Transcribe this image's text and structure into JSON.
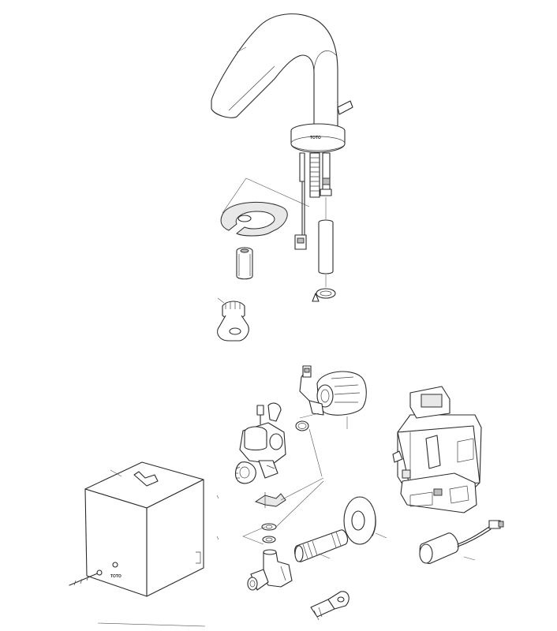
{
  "diagram": {
    "type": "exploded-parts-view",
    "brand_marks": [
      "TOTO",
      "TOTO"
    ],
    "parts": [
      "spout-faucet",
      "base-escutcheon",
      "mounting-rods",
      "horseshoe-washer",
      "mounting-nut",
      "sensor-cable",
      "tube-extension",
      "hose-clamp",
      "wrench-key",
      "generator-turbine",
      "solenoid-valve-assembly",
      "o-ring",
      "strainer",
      "gaskets",
      "angle-stop-valve",
      "supply-nipple",
      "wall-flange",
      "battery-box-cover",
      "controller-box",
      "battery-pack",
      "small-key"
    ]
  }
}
